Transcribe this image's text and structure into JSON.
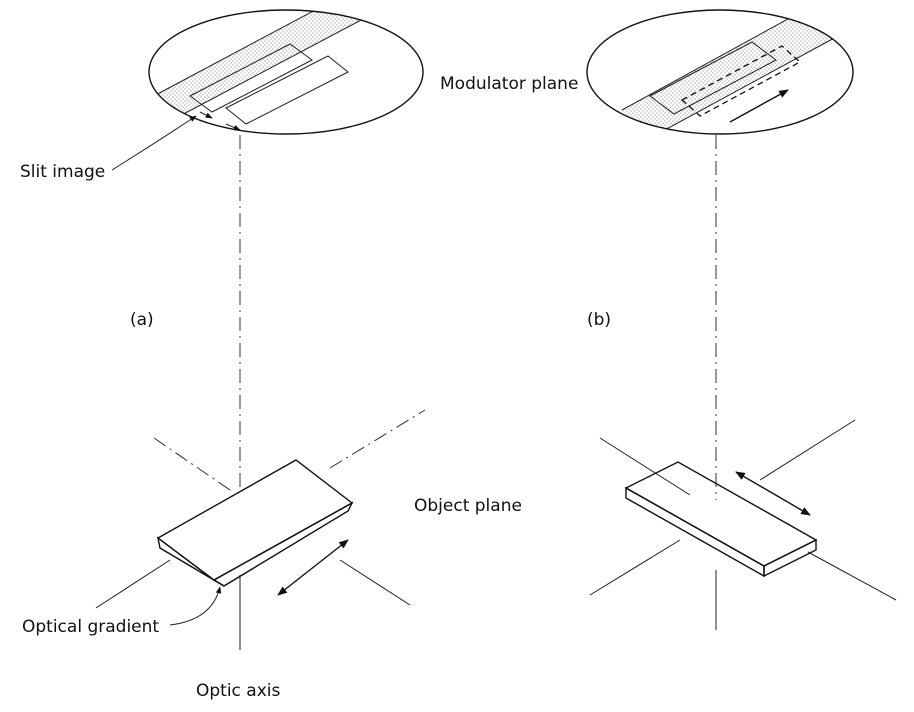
{
  "labels": {
    "slit_image": "Slit image",
    "modulator_plane": "Modulator plane",
    "panel_a": "(a)",
    "panel_b": "(b)",
    "object_plane": "Object plane",
    "optical_gradient": "Optical gradient",
    "optic_axis": "Optic axis"
  },
  "colors": {
    "ink": "#111111",
    "stipple": "#9a9a9a",
    "background": "#ffffff"
  }
}
